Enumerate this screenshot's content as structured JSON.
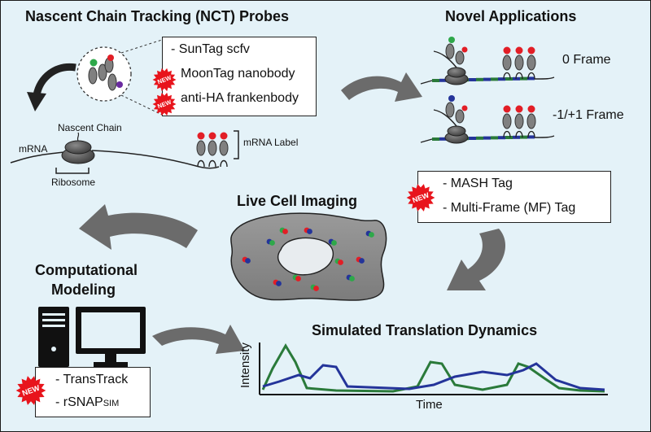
{
  "nct": {
    "title": "Nascent Chain Tracking (NCT) Probes",
    "probes": [
      "- SunTag scfv",
      "MoonTag nanobody",
      "anti-HA frankenbody"
    ],
    "nascent_chain_label": "Nascent Chain",
    "mrna_label": "mRNA",
    "ribosome_label": "Ribosome",
    "mrna_tag_label": "mRNA Label"
  },
  "novel": {
    "title": "Novel Applications",
    "frame0": "0 Frame",
    "frame1": "-1/+1 Frame",
    "tags": [
      "- MASH Tag",
      "- Multi-Frame (MF) Tag"
    ]
  },
  "live": {
    "title": "Live Cell Imaging"
  },
  "comp": {
    "title_line1": "Computational",
    "title_line2": "Modeling",
    "tool1": "- TransTrack",
    "tool2_prefix": "- ",
    "tool2_main": "rSNAP",
    "tool2_sub": "SIM"
  },
  "sim": {
    "title": "Simulated Translation Dynamics",
    "ylabel": "Intensity",
    "xlabel": "Time"
  },
  "badge_text": "NEW",
  "colors": {
    "background": "#e4f2f8",
    "arrow": "#6b6b6b",
    "badge": "#e8141c",
    "green": "#2a7a3a",
    "blue": "#24349a",
    "red": "#e21e26",
    "probe_green": "#2ea84a",
    "probe_purple": "#6a2aa0"
  }
}
